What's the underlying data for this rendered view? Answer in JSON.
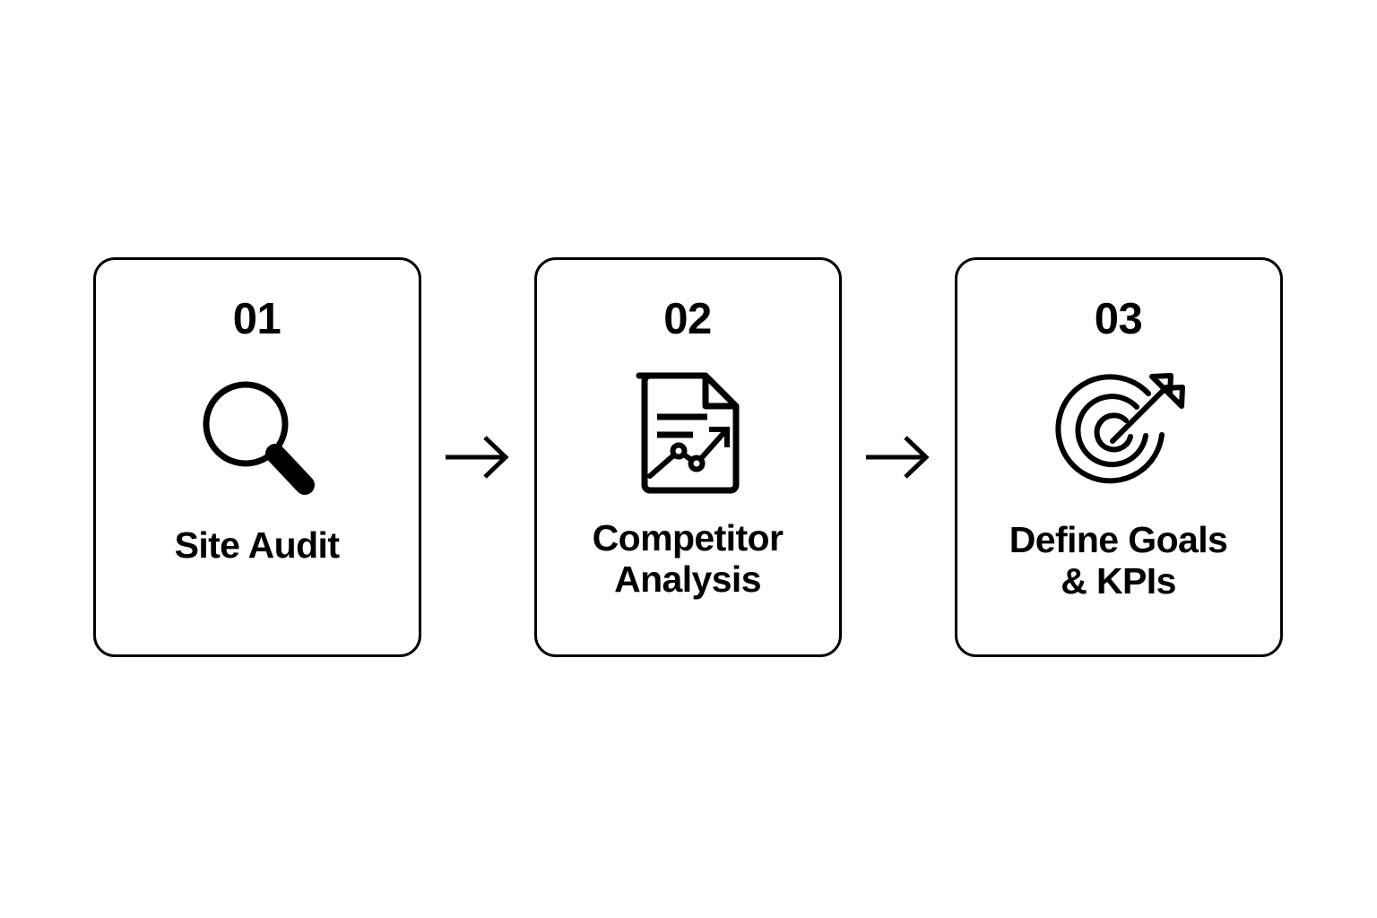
{
  "canvas": {
    "background_color": "#ffffff",
    "stroke_color": "#000000"
  },
  "diagram": {
    "type": "horizontal-process-flow",
    "step_count": 3,
    "steps": [
      {
        "number": "01",
        "label": "Site Audit",
        "icon": "magnifier-icon"
      },
      {
        "number": "02",
        "label": "Competitor\nAnalysis",
        "icon": "document-chart-icon"
      },
      {
        "number": "03",
        "label": "Define Goals\n& KPIs",
        "icon": "target-arrow-icon"
      }
    ],
    "connectors": [
      {
        "icon": "arrow-right-icon"
      },
      {
        "icon": "arrow-right-icon"
      }
    ]
  }
}
